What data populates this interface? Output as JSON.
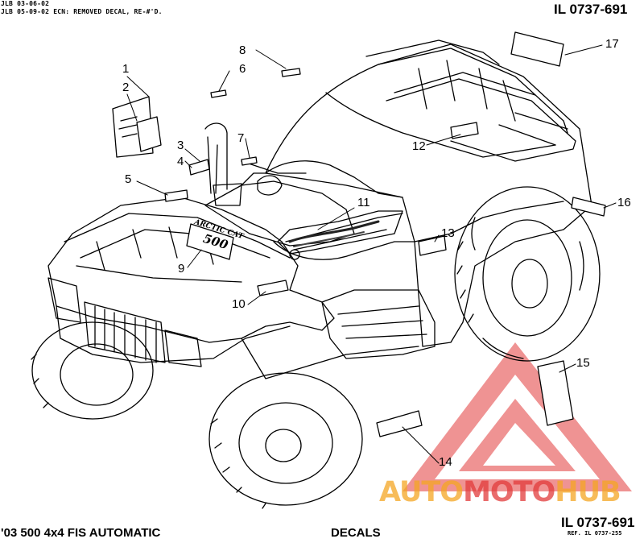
{
  "header": {
    "revision_lines": [
      "JLB 03-06-02",
      "JLB 05-09-02 ECN: REMOVED DECAL, RE-#'D."
    ],
    "illustration_number": "IL 0737-691"
  },
  "footer": {
    "model": "'03 500 4x4 FIS AUTOMATIC",
    "section": "DECALS",
    "illustration_number": "IL 0737-691",
    "reference": "REF. IL 0737-255"
  },
  "decal_logo": {
    "line1": "ARCTIC CAT",
    "line2": "500"
  },
  "callouts": [
    "1",
    "2",
    "3",
    "4",
    "5",
    "6",
    "7",
    "8",
    "9",
    "10",
    "11",
    "12",
    "13",
    "14",
    "15",
    "16",
    "17"
  ],
  "watermark": {
    "part1": "AUTO",
    "part2": "MOTO",
    "part3": "HUB",
    "color_orange": "#f5a623",
    "color_red": "#e23b3b"
  }
}
